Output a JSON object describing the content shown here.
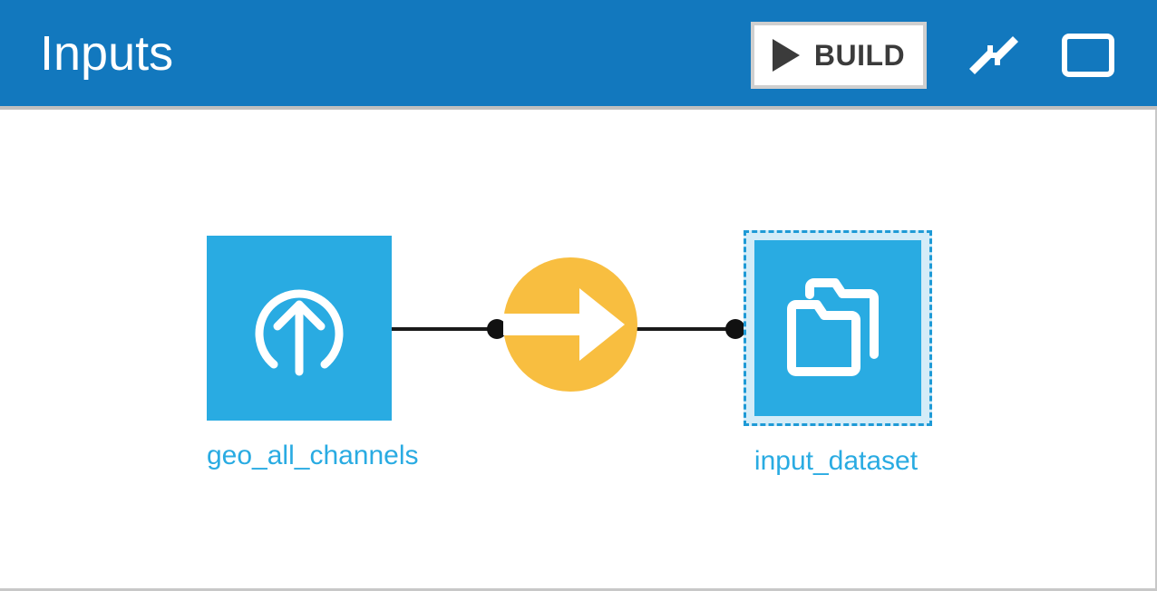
{
  "header": {
    "title": "Inputs",
    "background_color": "#1278be",
    "build_button": {
      "label": "BUILD",
      "icon": "play-icon",
      "background_color": "#ffffff",
      "border_color": "#cfcfcf",
      "text_color": "#3b3b3b"
    },
    "actions": [
      {
        "name": "collapse-icon",
        "title": "Collapse"
      },
      {
        "name": "window-icon",
        "title": "Window"
      }
    ]
  },
  "canvas": {
    "background_color": "#ffffff",
    "nodes": [
      {
        "id": "geo_all_channels",
        "label": "geo_all_channels",
        "type": "dataset",
        "icon": "upload-icon",
        "color": "#29abe2",
        "selected": false
      },
      {
        "id": "input_dataset",
        "label": "input_dataset",
        "type": "managed-folder",
        "icon": "folders-icon",
        "color": "#29abe2",
        "selected": true,
        "selection_border_color": "#1e9ad6",
        "selection_fill_color": "#d4ecf8"
      }
    ],
    "recipe": {
      "id": "sync-recipe",
      "icon": "arrow-right-icon",
      "color": "#f8be40",
      "shape": "circle"
    },
    "edges": [
      {
        "from": "geo_all_channels",
        "to": "sync-recipe",
        "color": "#1a1a1a"
      },
      {
        "from": "sync-recipe",
        "to": "input_dataset",
        "color": "#1a1a1a"
      }
    ],
    "label_color": "#29abe2"
  }
}
